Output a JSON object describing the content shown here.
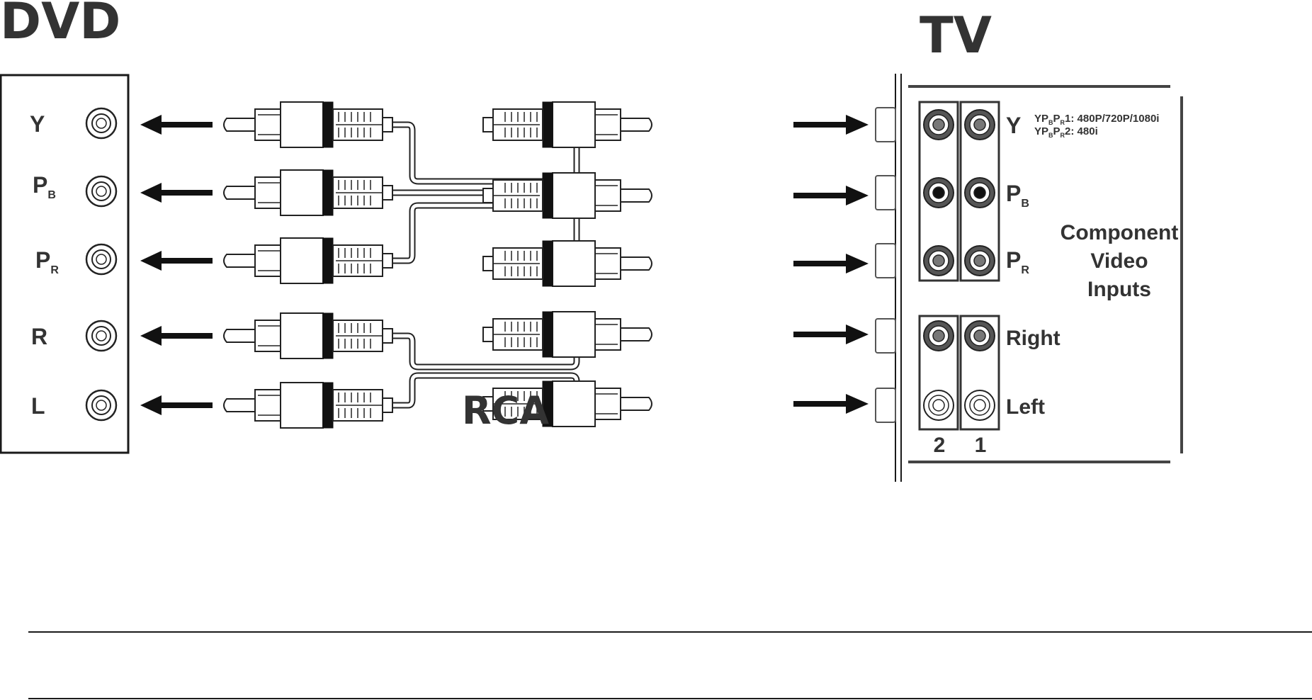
{
  "dvd": {
    "title": "DVD",
    "jacks": [
      {
        "main": "Y",
        "sub": ""
      },
      {
        "main": "P",
        "sub": "B"
      },
      {
        "main": "P",
        "sub": "R"
      },
      {
        "main": "R",
        "sub": ""
      },
      {
        "main": "L",
        "sub": ""
      }
    ]
  },
  "tv": {
    "title": "TV",
    "jacks": [
      {
        "main": "Y",
        "sub": ""
      },
      {
        "main": "P",
        "sub": "B"
      },
      {
        "main": "P",
        "sub": "R"
      },
      {
        "main": "Right",
        "sub": ""
      },
      {
        "main": "Left",
        "sub": ""
      }
    ],
    "ypp1_note": {
      "pre": "YP",
      "sub1": "B",
      "mid": "P",
      "sub2": "R",
      "post": "1: 480P/720P/1080i"
    },
    "ypp2_note": {
      "pre": "YP",
      "sub1": "B",
      "mid": "P",
      "sub2": "R",
      "post": "2: 480i"
    },
    "component_label": [
      "Component",
      "Video",
      "Inputs"
    ],
    "column_numbers": [
      "2",
      "1"
    ]
  },
  "cable_label": "RCA",
  "colors": {
    "line": "#1a1a1a",
    "text": "#333333",
    "jack_red": "#333333"
  }
}
